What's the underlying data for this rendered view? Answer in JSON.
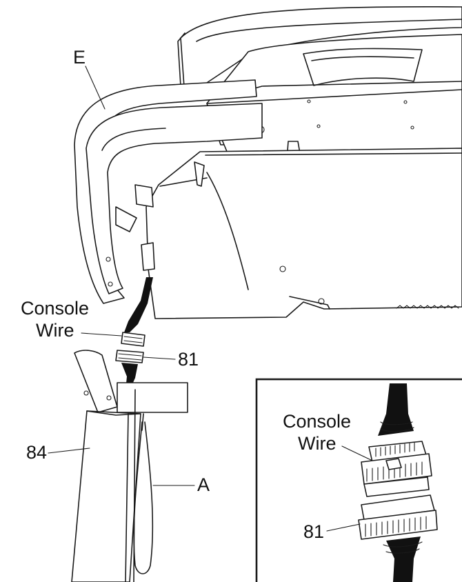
{
  "labels": {
    "part_e": "E",
    "console_wire_line1": "Console",
    "console_wire_line2": "Wire",
    "part_81": "81",
    "part_84": "84",
    "part_a": "A",
    "inset_console_wire_line1": "Console",
    "inset_console_wire_line2": "Wire",
    "inset_part_81": "81"
  },
  "colors": {
    "line": "#1a1a1a",
    "background": "#ffffff",
    "wire": "#111111"
  }
}
